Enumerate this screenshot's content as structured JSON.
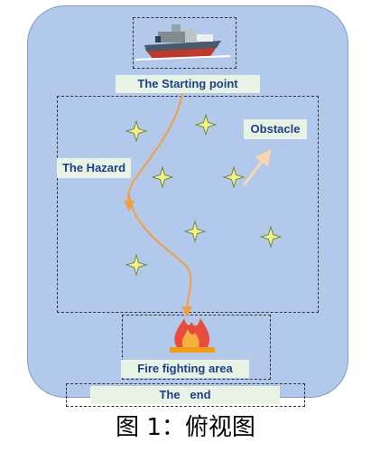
{
  "labels": {
    "start": "The Starting point",
    "obstacle": "Obstacle",
    "hazard": "The Hazard",
    "fire": "Fire fighting area",
    "end": "The   end"
  },
  "caption": "图 1：俯视图",
  "colors": {
    "arena": "#b3c9eb",
    "label_bg": "#e8f3e4",
    "label_text": "#1a3f8f",
    "path": "#f0a040",
    "star_fill": "#f5f08a",
    "star_stroke": "#6b8b3a"
  },
  "icons": [
    "ship-icon",
    "fire-icon",
    "star-icon"
  ]
}
